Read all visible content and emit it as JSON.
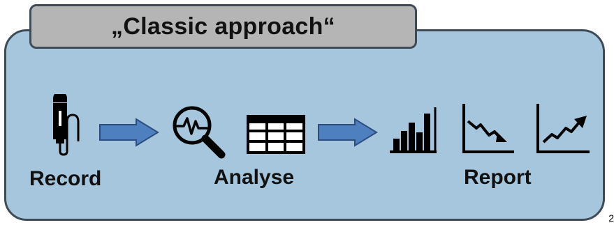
{
  "header": {
    "title": "„Classic approach“"
  },
  "steps": [
    {
      "label": "Record"
    },
    {
      "label": "Analyse"
    },
    {
      "label": "Report"
    }
  ],
  "icons": [
    "microphone-icon",
    "arrow-right-icon",
    "magnifier-waveform-icon",
    "table-grid-icon",
    "arrow-right-icon",
    "bar-chart-icon",
    "declining-chart-icon",
    "rising-chart-icon"
  ],
  "colors": {
    "panel": "#a6c6dd",
    "border": "#3e4b57",
    "tab": "#b5b5b5",
    "arrow": "#4e7fbf"
  },
  "corner_text": "2"
}
